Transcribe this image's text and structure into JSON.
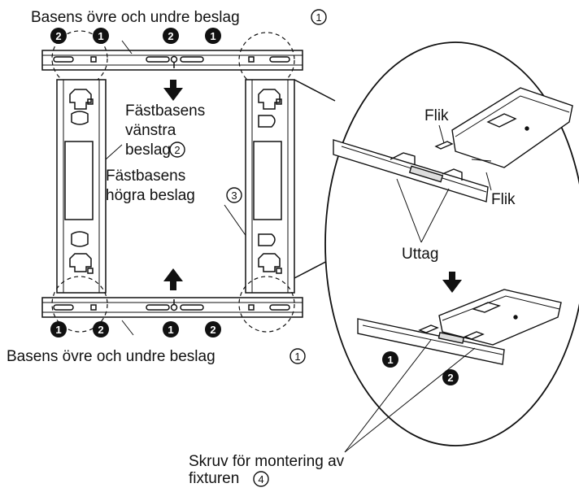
{
  "labels": {
    "top_bracket": "Basens övre och undre beslag",
    "bottom_bracket": "Basens övre och undre beslag",
    "left_line1": "Fästbasens",
    "left_line2": "vänstra",
    "left_line3": "beslag",
    "right_line1": "Fästbasens",
    "right_line2": "högra beslag",
    "flik": "Flik",
    "uttag": "Uttag",
    "screw_line1": "Skruv för montering av",
    "screw_line2": "fixturen"
  },
  "refs": {
    "r1": "1",
    "r2": "2",
    "r3": "3",
    "r4": "4"
  },
  "markers": {
    "one": "1",
    "two": "2"
  }
}
